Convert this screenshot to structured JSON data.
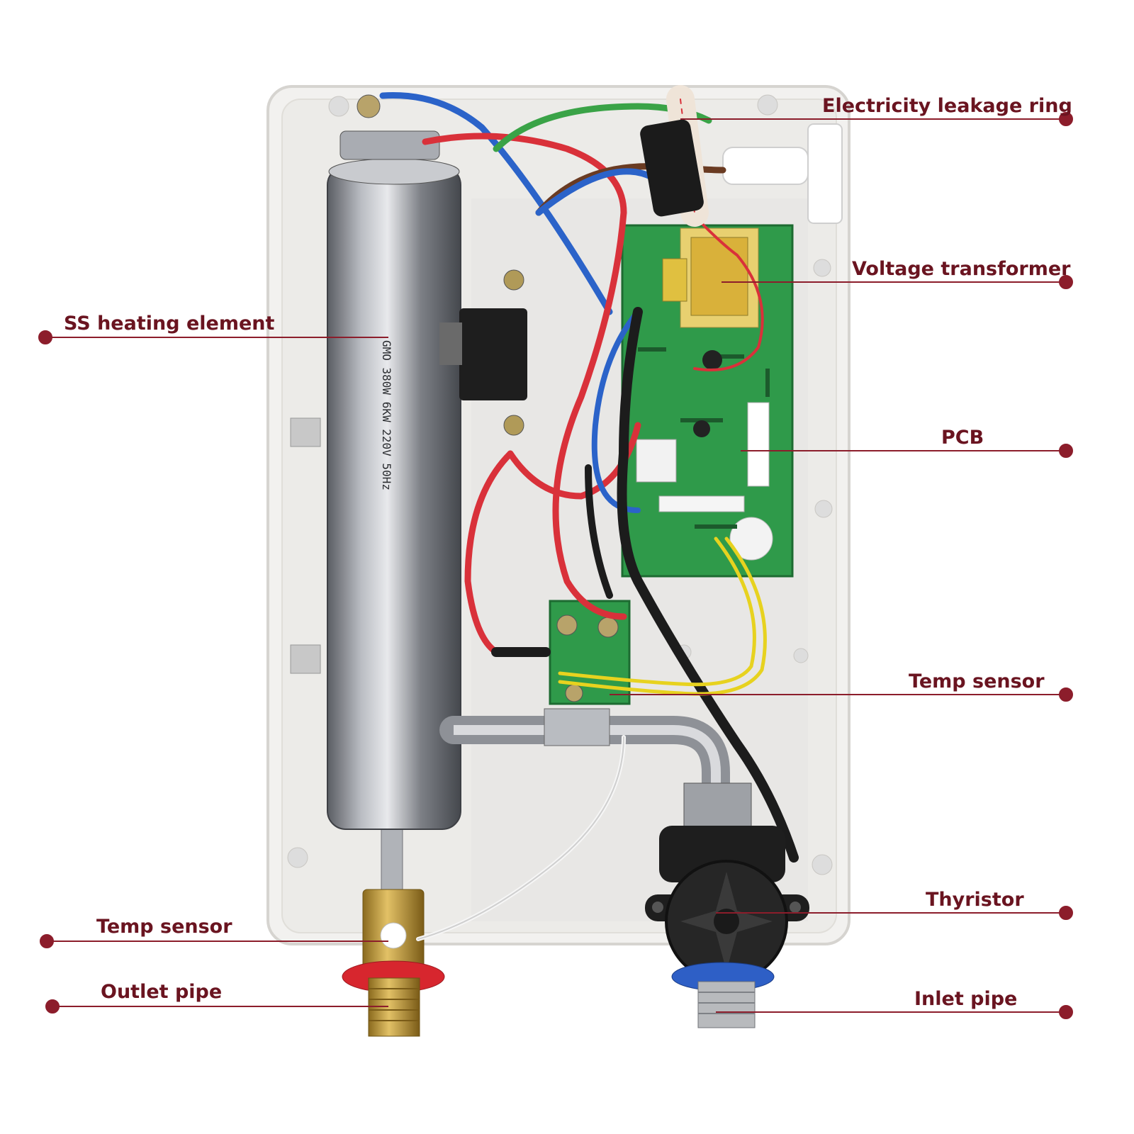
{
  "colors": {
    "callout": "#8c1d2b",
    "label_text": "#6a1420",
    "casing": "#f1f0ee",
    "casing_edge": "#d9d7d3",
    "pcb": "#2f9a4a",
    "steel": "#8d9096",
    "brass": "#c9a441",
    "red_wire": "#d9313a",
    "blue_wire": "#2b63c9",
    "black_wire": "#1c1c1c",
    "yellow_wire": "#e7d21f",
    "green_wire": "#3aa347"
  },
  "labels": {
    "leakage_ring": "Electricity leakage ring",
    "voltage_transformer": "Voltage transformer",
    "ss_heating_element": "SS heating element",
    "pcb": "PCB",
    "temp_sensor_right": "Temp sensor",
    "thyristor": "Thyristor",
    "temp_sensor_left": "Temp sensor",
    "outlet_pipe": "Outlet pipe",
    "inlet_pipe": "Inlet pipe"
  },
  "heater_markings": "GMO 380W 6KW 220V 50Hz"
}
